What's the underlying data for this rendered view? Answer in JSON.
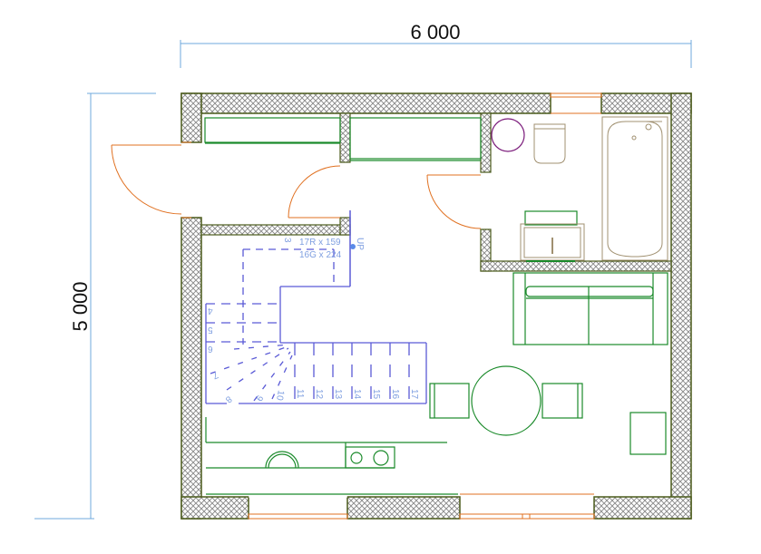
{
  "dimensions": {
    "width_label": "6 000",
    "height_label": "5 000",
    "line_color": "#6fa8dc"
  },
  "stair": {
    "label_line1": "17R x 159",
    "label_line2": "16G x 224",
    "up_label": "UP",
    "side_label": "3",
    "step_numbers": [
      "4",
      "5",
      "6",
      "7",
      "8",
      "9",
      "10",
      "11",
      "12",
      "13",
      "14",
      "15",
      "16",
      "17"
    ],
    "color": "#5a5ad6"
  },
  "colors": {
    "wall_outline": "#4a5a1a",
    "wall_hatch": "#888888",
    "door_window": "#e07020",
    "furniture": "#1a8a2a",
    "fixture": "#a09070",
    "bathroom_accessory": "#7a1a7a"
  },
  "rooms": {
    "bathroom": {
      "fixtures": [
        "toilet",
        "bathtub",
        "washbasin",
        "round-accessory"
      ]
    },
    "living": {
      "furniture": [
        "sofa",
        "dining-table",
        "chair-left",
        "chair-right",
        "side-table"
      ]
    },
    "kitchen": {
      "furniture": [
        "counter",
        "sink",
        "hob"
      ]
    },
    "storage": {
      "furniture": [
        "wardrobe-left",
        "wardrobe-right"
      ]
    }
  }
}
